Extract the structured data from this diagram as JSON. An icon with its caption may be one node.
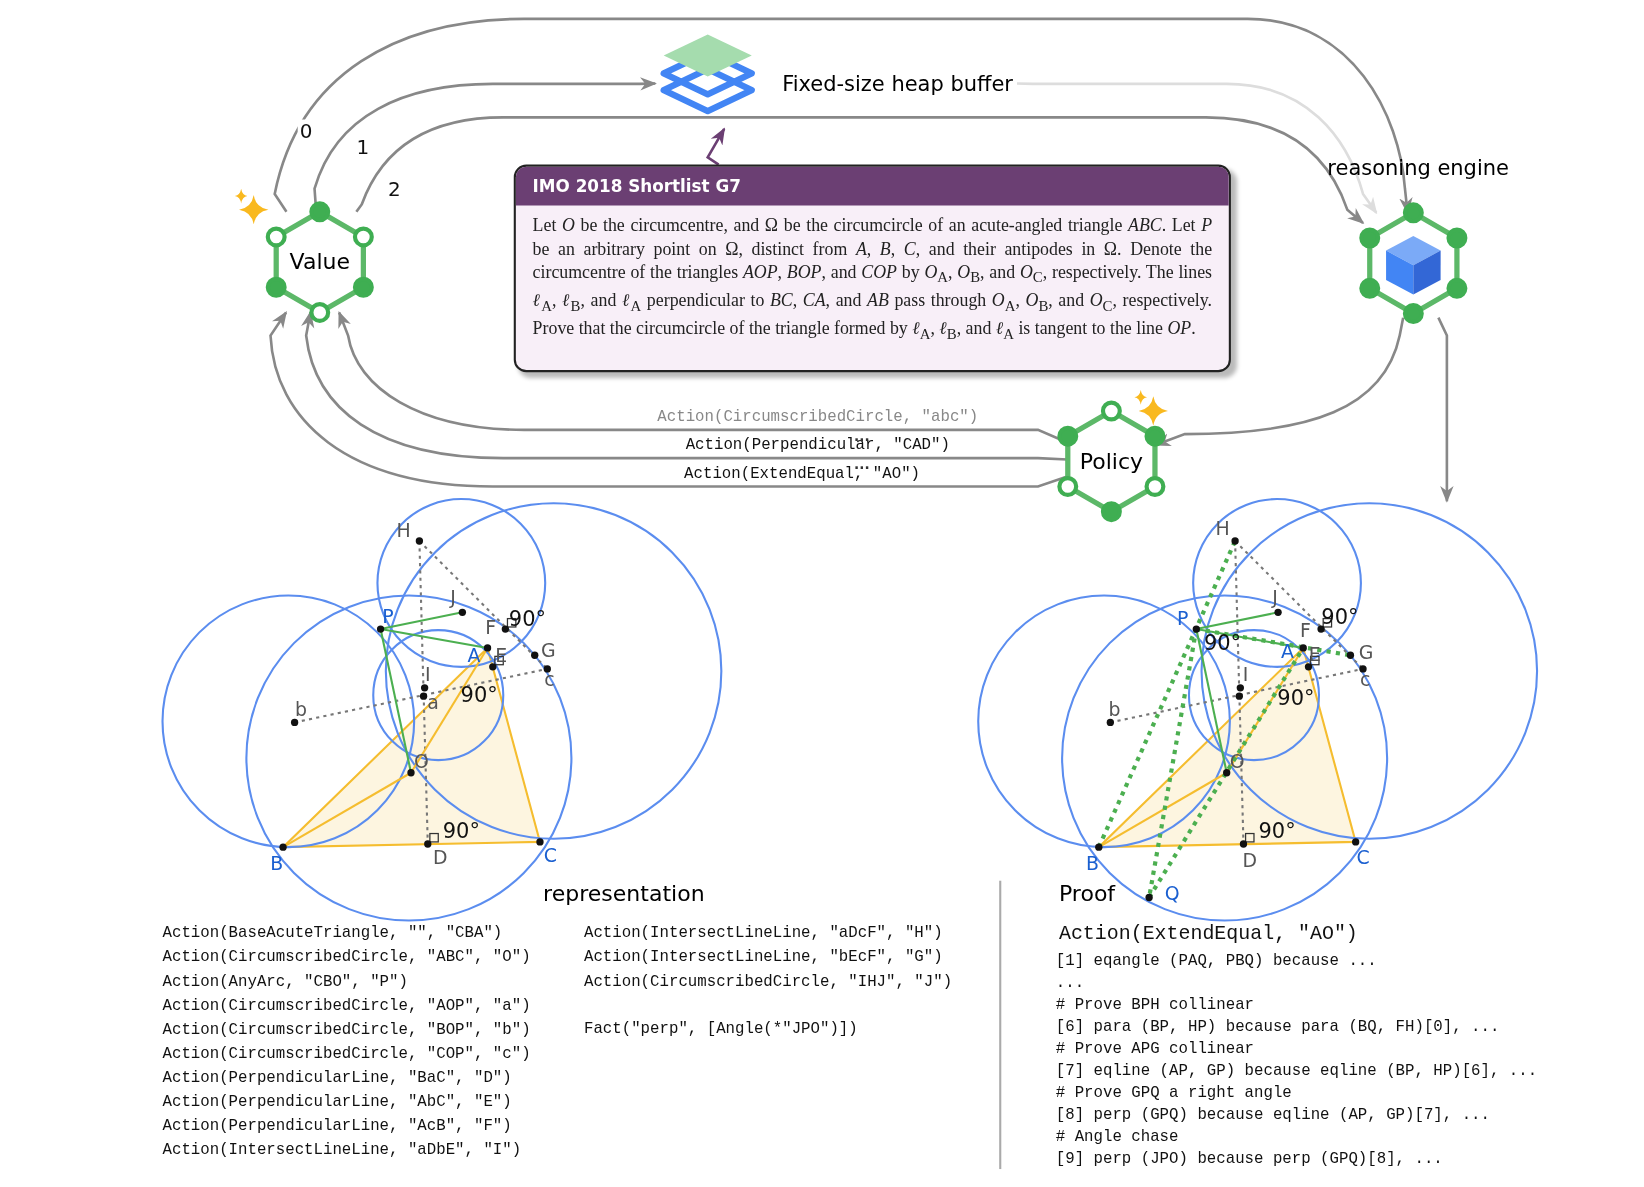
{
  "diagram": {
    "nodes": [
      {
        "text": [
          "Value"
        ]
      },
      {
        "text": [
          "Fixed-size heap buffer"
        ]
      },
      {
        "text": [
          "IMO 2018 Shortlist G7",
          "Let *O* be the circumcentre, and Ω be the circumcircle of an acute-angled triangle *ABC*. Let *P* be an arbitrary point on Ω, distinct from *A*, *B*, *C*, and their antipodes in Ω. Denote the circumcentre of the triangles *AOP*, *BOP*, and *COP* by *O*$_{A}$, *O*$_{B}$, and *O*$_{C}$, respectively. The lines *ℓ*$_{A}$, *ℓ*$_{B}$, and *ℓ*$_{A}$ perpendicular to *BC*, *CA*, and *AB* pass through *O*$_{A}$, *O*$_{B}$, and *O*$_{C}$, respectively. Prove that the circumcircle of the triangle formed by *ℓ*$_{A}$, *ℓ*$_{B}$, and *ℓ*$_{A}$ is tangent to the line *OP*."
        ]
      },
      {
        "text": [
          "reasoning engine"
        ]
      },
      {
        "text": [
          "Policy"
        ]
      },
      {
        "text": [],
        "shape": "picture"
      }
    ],
    "edges": [
      {
        "from": 0,
        "to": 3,
        "arrow": "to",
        "label": "0"
      },
      {
        "from": 0,
        "to": 1,
        "arrow": "to",
        "label": "1"
      },
      {
        "from": 1,
        "to": 3,
        "arrow": "to",
        "color": "#dddddd"
      },
      {
        "from": 0,
        "to": 3,
        "arrow": "to",
        "label": "2"
      },
      {
        "from": 3,
        "to": 4,
        "arrow": "to"
      },
      {
        "from": 4,
        "to": 0,
        "arrow": "to",
        "label": "Action(CircumscribedCircle, \"abc\")"
      },
      {
        "from": 4,
        "to": 0,
        "arrow": "to",
        "label": "Action(Perpendicular, \"CAD\")"
      },
      {
        "from": 4,
        "to": 0,
        "arrow": "to",
        "label": "Action(ExtendEqual, \"AO\")"
      },
      {
        "from": 3,
        "to": 5,
        "arrow": "to"
      },
      {
        "from": 2,
        "to": 1,
        "arrow": "to",
        "color": "#6b3f73"
      }
    ],
    "labels": [
      "...",
      "...",
      "H",
      "J",
      "P",
      "F",
      "90°",
      "A",
      "E",
      "G",
      "c",
      "I",
      "b",
      "a",
      "90°",
      "O",
      "90°",
      "B",
      "D",
      "C",
      "H",
      "J",
      "P",
      "90°",
      "90°",
      "F",
      "A",
      "E",
      "G",
      "c",
      "I",
      "b",
      "90°",
      "O",
      "90°",
      "B",
      "D",
      "C",
      "representation",
      "Proof",
      "Q",
      "Action(BaseAcuteTriangle, \"\", \"CBA\")",
      "Action(CircumscribedCircle, \"ABC\", \"O\")",
      "Action(AnyArc, \"CBO\", \"P\")",
      "Action(CircumscribedCircle, \"AOP\", \"a\")",
      "Action(CircumscribedCircle, \"BOP\", \"b\")",
      "Action(CircumscribedCircle, \"COP\", \"c\")",
      "Action(PerpendicularLine, \"BaC\", \"D\")",
      "Action(PerpendicularLine, \"AbC\", \"E\")",
      "Action(PerpendicularLine, \"AcB\", \"F\")",
      "Action(IntersectLineLine, \"aDbE\", \"I\")",
      "Action(IntersectLineLine, \"aDcF\", \"H\")",
      "Action(IntersectLineLine, \"bEcF\", \"G\")",
      "Action(CircumscribedCircle, \"IHJ\", \"J\")",
      "Fact(\"perp\", [Angle(*\"JPO\")])",
      "Action(ExtendEqual, \"AO\")",
      "[1] eqangle (PAQ, PBQ) because ...",
      "...",
      "# Prove BPH collinear",
      "[6] para (BP, HP) because para (BQ, FH)[0], ...",
      "# Prove APG collinear",
      "[7] eqline (AP, GP) because eqline (BP, HP)[6], ...",
      "# Prove GPQ a right angle",
      "[8] perp (GPQ) because eqline (AP, GP)[7], ...",
      "# Angle chase",
      "[9] perp (JPO) because perp (GPQ)[8], ..."
    ]
  }
}
